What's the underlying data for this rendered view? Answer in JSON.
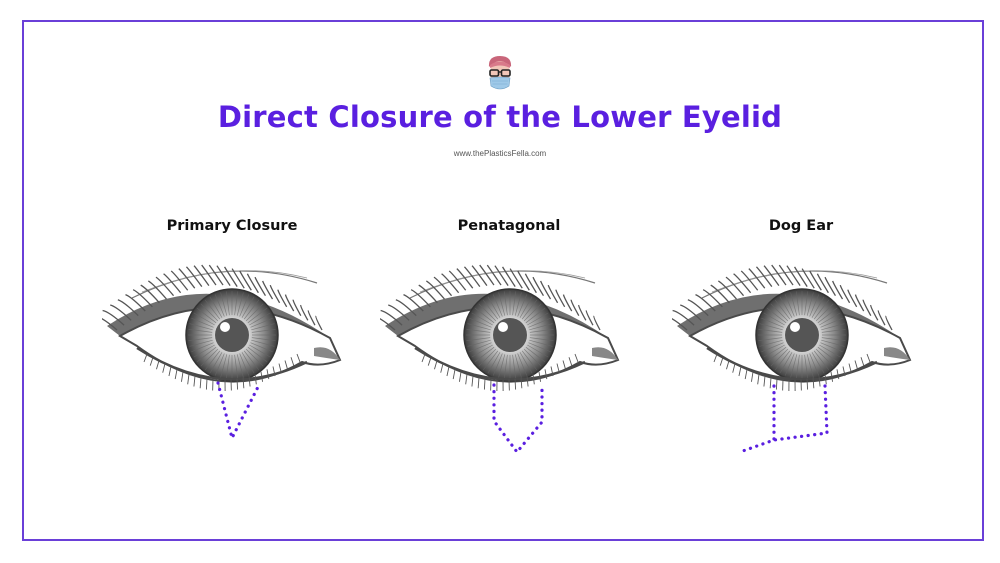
{
  "header": {
    "title": "Direct Closure of the Lower Eyelid",
    "website": "www.thePlasticsFella.com",
    "logo_icon": "masked-surgeon-avatar-icon"
  },
  "panels": [
    {
      "label": "Primary Closure",
      "incision": "v-shaped-wedge"
    },
    {
      "label": "Penatagonal",
      "incision": "pentagon-wedge"
    },
    {
      "label": "Dog Ear",
      "incision": "dog-ear-excision"
    }
  ],
  "colors": {
    "frame": "#6a3fd8",
    "title": "#5a1fe0",
    "incision_dots": "#5a1fe0",
    "eye_ink": "#555555"
  }
}
